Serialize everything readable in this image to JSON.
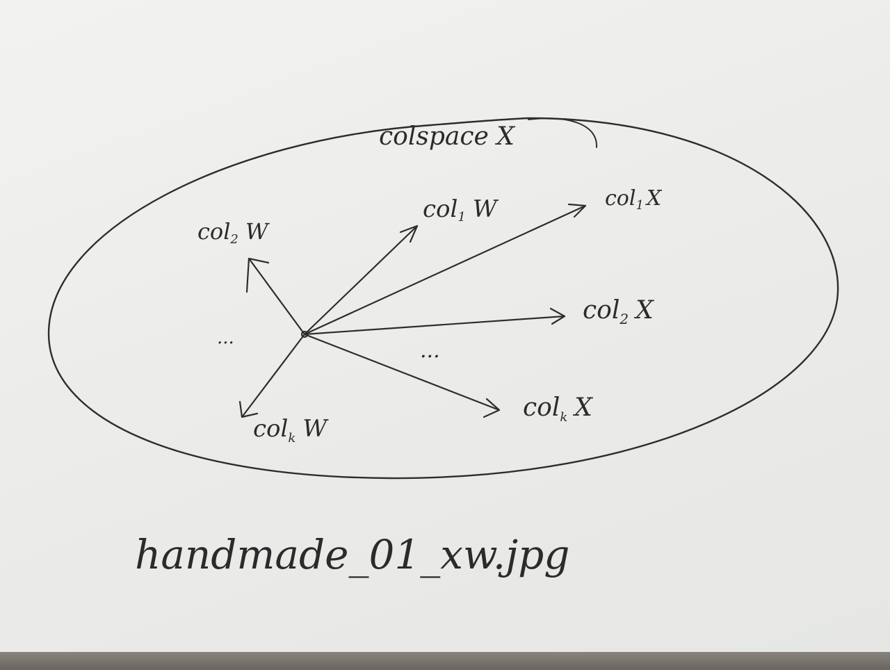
{
  "diagram": {
    "space_label": "colspace X",
    "vectors_w": [
      {
        "base": "col",
        "sub": "1",
        "name": "W"
      },
      {
        "base": "col",
        "sub": "2",
        "name": "W"
      },
      {
        "base": "col",
        "sub": "k",
        "name": "W"
      }
    ],
    "vectors_x": [
      {
        "base": "col",
        "sub": "1",
        "name": "X"
      },
      {
        "base": "col",
        "sub": "2",
        "name": "X"
      },
      {
        "base": "col",
        "sub": "k",
        "name": "X"
      }
    ],
    "ellipsis_left": "...",
    "ellipsis_right": "...",
    "filename": "handmade_01_xw.jpg"
  },
  "colors": {
    "ink": "#2d2d2d",
    "paper": "#efefed",
    "table": "#6f6a65"
  }
}
